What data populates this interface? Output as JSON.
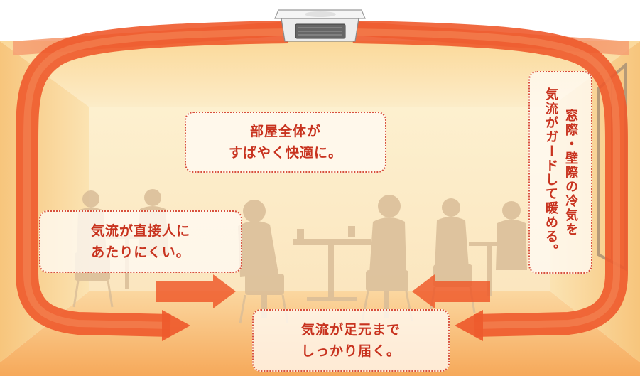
{
  "callouts": {
    "room": [
      "部屋全体が",
      "すばやく快適に。"
    ],
    "direct": [
      "気流が直接人に",
      "あたりにくい。"
    ],
    "feet": [
      "気流が足元まで",
      "しっかり届く。"
    ],
    "window": [
      "窓際・壁際の冷気を",
      "気流がガードして暖める。"
    ]
  },
  "colors": {
    "airflow": "#ee5a2c",
    "airflow_light": "#f48a5a",
    "room_wall": "#fbe3b2",
    "room_floor": "#f8b468",
    "callout_border": "#d8503c",
    "callout_text": "#c8331f",
    "people": "#d9bd98"
  },
  "icons": {
    "ceiling_unit": "ceiling-cassette-air-conditioner-icon",
    "people": "cafe-people-silhouette-icon"
  }
}
